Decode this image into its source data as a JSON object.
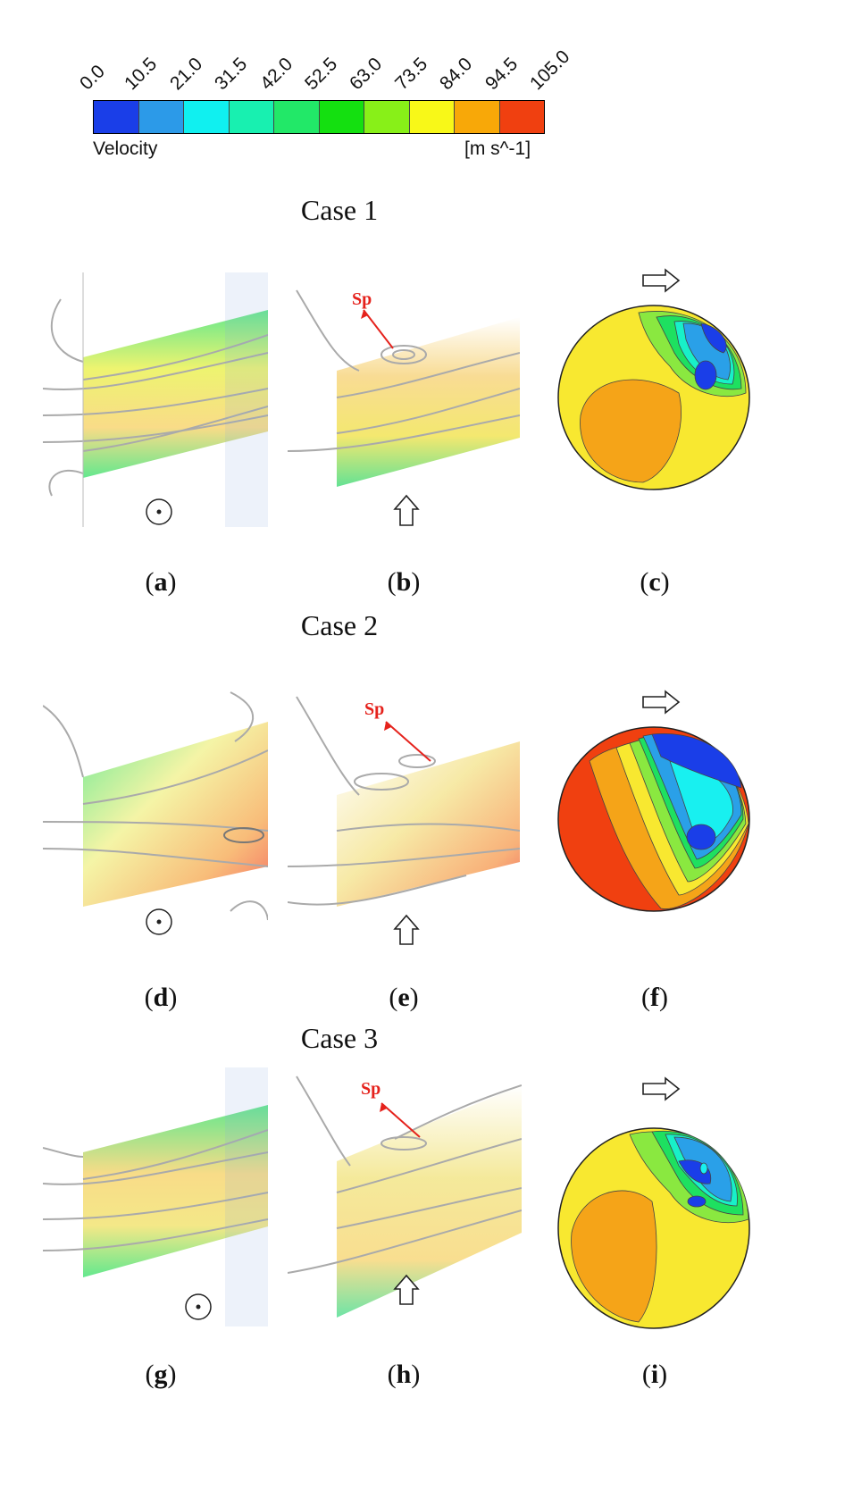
{
  "legend": {
    "ticks": [
      "0.0",
      "10.5",
      "21.0",
      "31.5",
      "42.0",
      "52.5",
      "63.0",
      "73.5",
      "84.0",
      "94.5",
      "105.0"
    ],
    "colors": [
      "#1a3ee8",
      "#2c9ae8",
      "#10f0f0",
      "#18f0b0",
      "#22e868",
      "#14e010",
      "#88f018",
      "#f8f818",
      "#f8a808",
      "#f04010"
    ],
    "label": "Velocity",
    "unit": "[m s^-1]"
  },
  "cases": [
    {
      "title": "Case 1",
      "panels": [
        {
          "open": "(",
          "letter": "a",
          "close": ")"
        },
        {
          "open": "(",
          "letter": "b",
          "close": ")"
        },
        {
          "open": "(",
          "letter": "c",
          "close": ")"
        }
      ]
    },
    {
      "title": "Case 2",
      "panels": [
        {
          "open": "(",
          "letter": "d",
          "close": ")"
        },
        {
          "open": "(",
          "letter": "e",
          "close": ")"
        },
        {
          "open": "(",
          "letter": "f",
          "close": ")"
        }
      ]
    },
    {
      "title": "Case 3",
      "panels": [
        {
          "open": "(",
          "letter": "g",
          "close": ")"
        },
        {
          "open": "(",
          "letter": "h",
          "close": ")"
        },
        {
          "open": "(",
          "letter": "i",
          "close": ")"
        }
      ]
    }
  ],
  "annotation": "Sp"
}
